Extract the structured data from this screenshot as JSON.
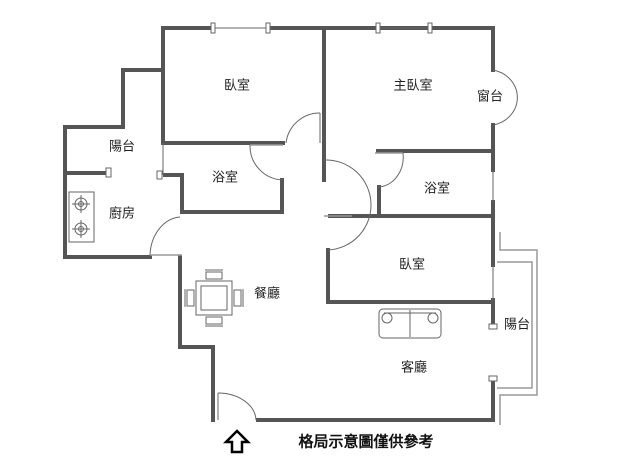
{
  "rooms": {
    "bedroom_1": "臥室",
    "master_bedroom": "主臥室",
    "bay_window": "窗台",
    "balcony_1": "陽台",
    "bathroom_1": "浴室",
    "bathroom_2": "浴室",
    "kitchen": "廚房",
    "bedroom_2": "臥室",
    "dining_room": "餐廳",
    "balcony_2": "陽台",
    "living_room": "客廳"
  },
  "caption": "格局示意圖僅供參考",
  "colors": {
    "wall": "#555555",
    "line": "#666666"
  },
  "icons": [
    "stove-icon",
    "dining-table-icon",
    "sofa-icon",
    "entrance-arrow-icon"
  ]
}
